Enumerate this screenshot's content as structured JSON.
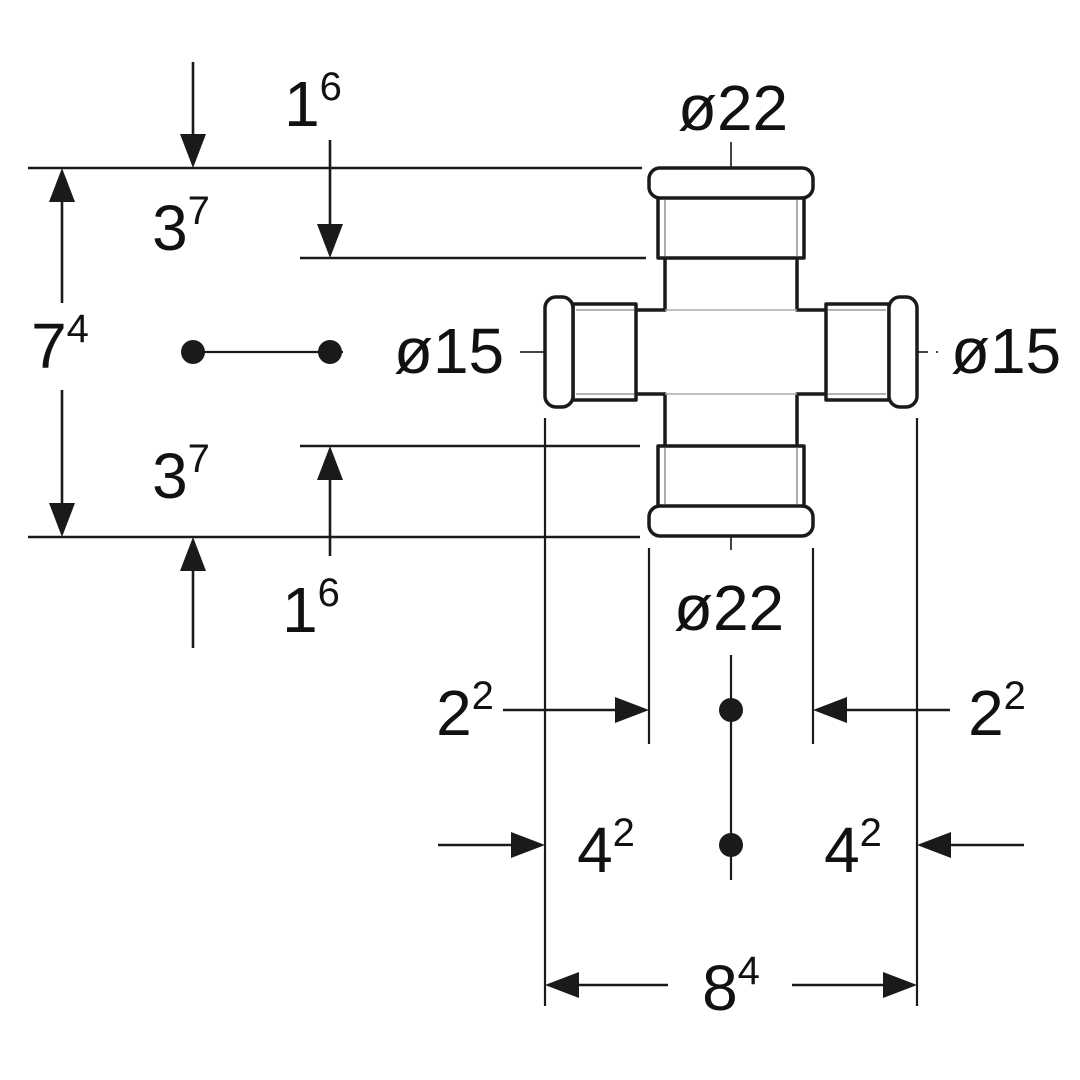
{
  "page": {
    "background": "#ffffff"
  },
  "diagram": {
    "type": "technical-dimension-drawing",
    "subject": "press-fitting-cross-piece",
    "colors": {
      "line": "#1a1a1a",
      "thin_line": "#999999",
      "text": "#111111",
      "background": "#ffffff"
    },
    "labels": {
      "dia_top": "ø22",
      "dia_bottom": "ø22",
      "dia_left": "ø15",
      "dia_right": "ø15"
    },
    "dims": {
      "top_offset": {
        "value": "1",
        "sup": "6"
      },
      "upper_half": {
        "value": "3",
        "sup": "7"
      },
      "overall_height": {
        "value": "7",
        "sup": "4"
      },
      "lower_half": {
        "value": "3",
        "sup": "7"
      },
      "bottom_offset": {
        "value": "1",
        "sup": "6"
      },
      "left_end": {
        "value": "2",
        "sup": "2"
      },
      "right_end": {
        "value": "2",
        "sup": "2"
      },
      "left_half": {
        "value": "4",
        "sup": "2"
      },
      "right_half": {
        "value": "4",
        "sup": "2"
      },
      "overall_width": {
        "value": "8",
        "sup": "4"
      }
    }
  }
}
